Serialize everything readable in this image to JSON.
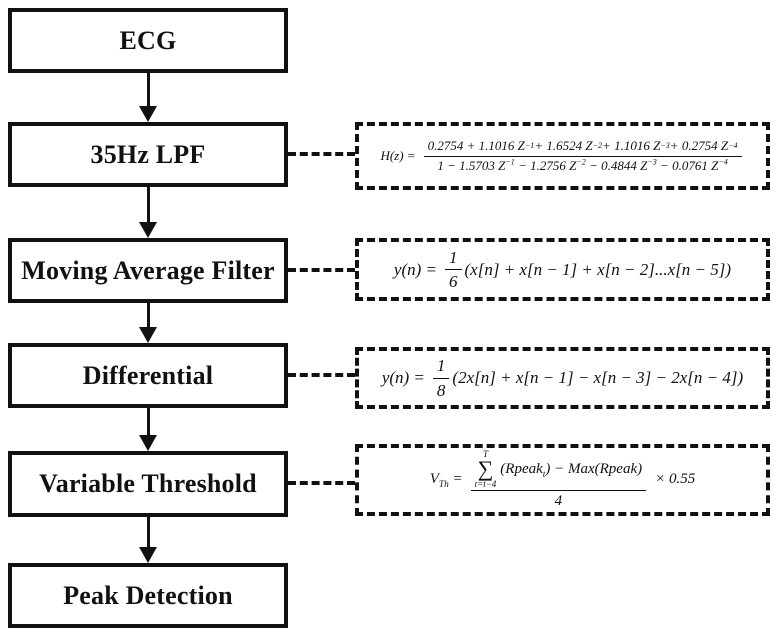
{
  "diagram": {
    "type": "flowchart",
    "colors": {
      "ink": "#111111",
      "background": "#ffffff"
    },
    "nodes": [
      {
        "id": "ecg",
        "label": "ECG"
      },
      {
        "id": "lpf",
        "label": "35Hz LPF"
      },
      {
        "id": "maf",
        "label": "Moving Average Filter"
      },
      {
        "id": "diff",
        "label": "Differential"
      },
      {
        "id": "vth",
        "label": "Variable Threshold"
      },
      {
        "id": "peak",
        "label": "Peak Detection"
      }
    ],
    "flow": [
      "ECG",
      "35Hz LPF",
      "Moving Average Filter",
      "Differential",
      "Variable Threshold",
      "Peak Detection"
    ]
  },
  "formulas": {
    "lpf": {
      "lhs": "H(z) =",
      "numerator": "0.2754 + 1.1016 Z^{−1} + 1.6524 Z^{−2} + 1.1016 Z^{−3} + 0.2754 Z^{−4}",
      "denominator": "1 − 1.5703 Z^{−1} − 1.2756 Z^{−2} − 0.4844 Z^{−3} − 0.0761 Z^{−4}"
    },
    "maf": {
      "lhs": "y(n) =",
      "frac_num": "1",
      "frac_den": "6",
      "rest": "(x[n] + x[n − 1] + x[n − 2]...x[n − 5])"
    },
    "diff": {
      "lhs": "y(n) =",
      "frac_num": "1",
      "frac_den": "8",
      "rest": "(2x[n] + x[n − 1] − x[n − 3] − 2x[n − 4])"
    },
    "vth": {
      "lhs": "V_{Th} =",
      "sum_upper": "T",
      "sum_sigma": "∑",
      "sum_lower": "t=t−4",
      "sum_body": "(Rpeak_{t}) − Max(Rpeak)",
      "denominator": "4",
      "suffix": "× 0.55"
    }
  }
}
